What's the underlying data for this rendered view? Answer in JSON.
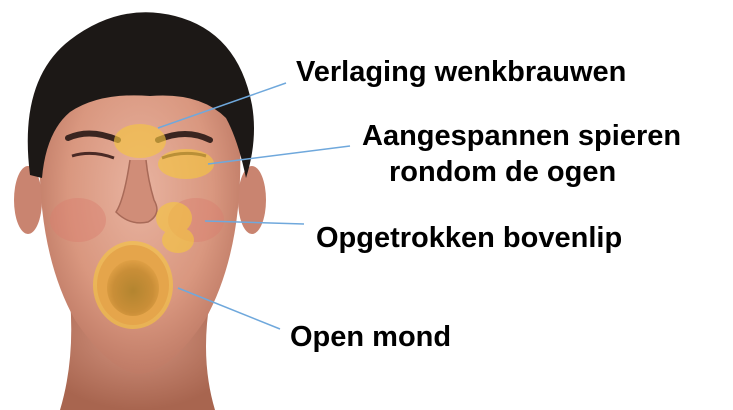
{
  "annotations": [
    {
      "id": "brows",
      "text": "Verlaging wenkbrauwen"
    },
    {
      "id": "eyes",
      "line1": "Aangespannen spieren",
      "line2": "rondom de ogen"
    },
    {
      "id": "lip",
      "text": "Opgetrokken bovenlip"
    },
    {
      "id": "mouth",
      "text": "Open mond"
    }
  ],
  "colors": {
    "leader_line": "#6fa8dc",
    "highlight": "#f5c542",
    "skin": "#d99a83",
    "hair": "#1c1816"
  },
  "icons": [
    "face-illustration"
  ]
}
